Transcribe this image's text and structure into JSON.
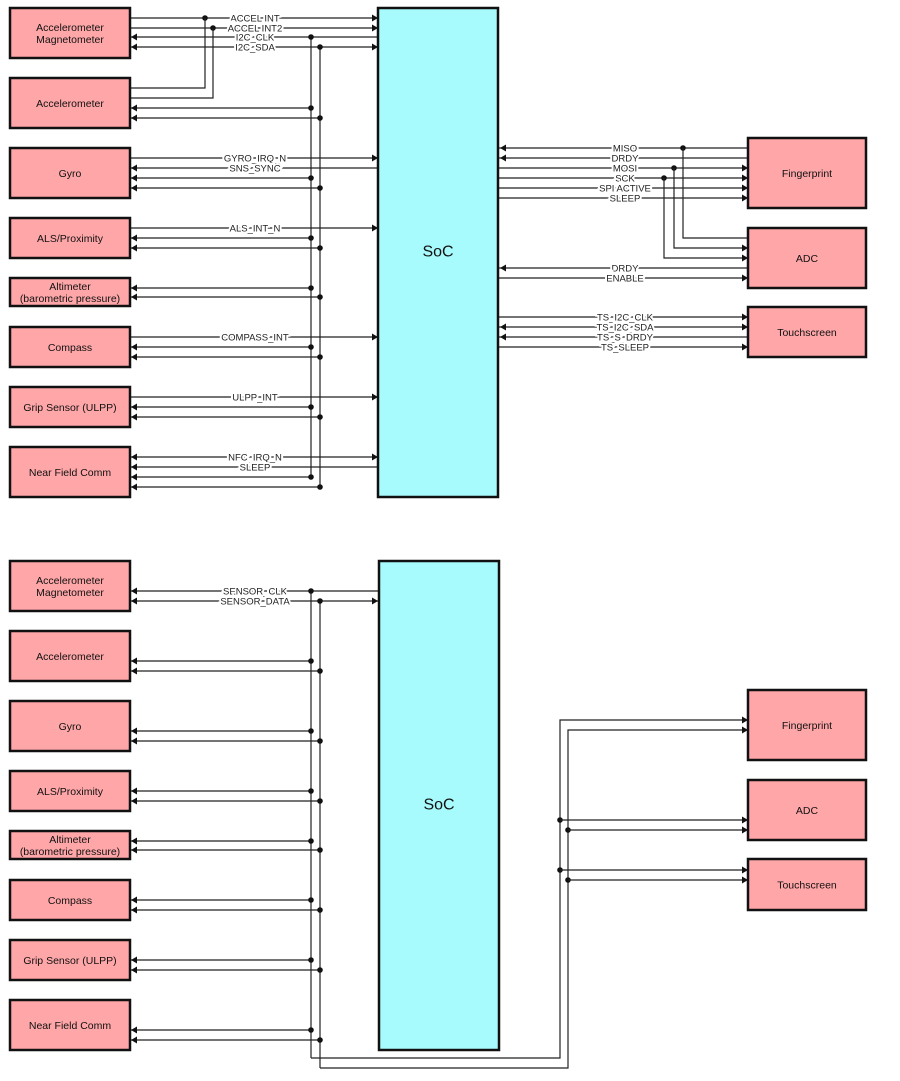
{
  "top": {
    "soc": "SoC",
    "left_boxes": [
      [
        "Accelerometer",
        "Magnetometer"
      ],
      [
        "Accelerometer"
      ],
      [
        "Gyro"
      ],
      [
        "ALS/Proximity"
      ],
      [
        "Altimeter",
        "(barometric pressure)"
      ],
      [
        "Compass"
      ],
      [
        "Grip Sensor (ULPP)"
      ],
      [
        "Near Field Comm"
      ]
    ],
    "right_boxes": [
      "Fingerprint",
      "ADC",
      "Touchscreen"
    ],
    "signals": {
      "accel_int": "ACCEL INT",
      "accel_int2": "ACCEL INT2",
      "i2c_clk": "I2C_CLK",
      "i2c_sda": "I2C_SDA",
      "gyro_irq_n": "GYRO_IRQ_N",
      "sns_sync": "SNS_SYNC",
      "als_int_n": "ALS_INT_N",
      "compass_int": "COMPASS_INT",
      "ulpp_int": "ULPP_INT",
      "nfc_irq_n": "NFC_IRQ_N",
      "sleep": "SLEEP",
      "miso": "MISO",
      "drdy": "DRDY",
      "mosi": "MOSI",
      "sck": "SCK",
      "spi_active": "SPI ACTIVE",
      "fp_sleep": "SLEEP",
      "adc_drdy": "DRDY",
      "enable": "ENABLE",
      "ts_i2c_clk": "TS_I2C_CLK",
      "ts_i2c_sda": "TS_I2C_SDA",
      "ts_s_drdy": "TS_S_DRDY",
      "ts_sleep": "TS_SLEEP"
    }
  },
  "bottom": {
    "soc": "SoC",
    "left_boxes": [
      [
        "Accelerometer",
        "Magnetometer"
      ],
      [
        "Accelerometer"
      ],
      [
        "Gyro"
      ],
      [
        "ALS/Proximity"
      ],
      [
        "Altimeter",
        "(barometric pressure)"
      ],
      [
        "Compass"
      ],
      [
        "Grip Sensor (ULPP)"
      ],
      [
        "Near Field Comm"
      ]
    ],
    "right_boxes": [
      "Fingerprint",
      "ADC",
      "Touchscreen"
    ],
    "signals": {
      "sensor_clk": "SENSOR_CLK",
      "sensor_data": "SENSOR_DATA"
    }
  }
}
